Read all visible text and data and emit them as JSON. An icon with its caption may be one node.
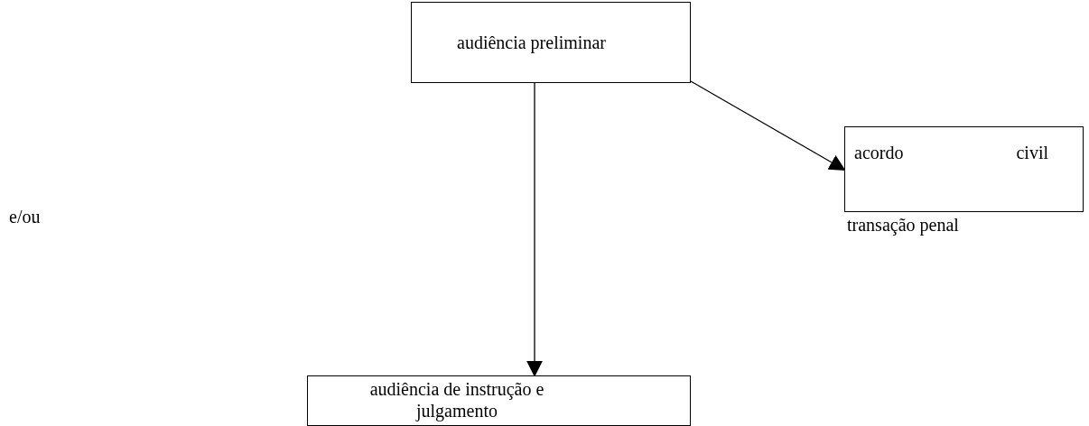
{
  "diagram": {
    "nodes": [
      {
        "text": [
          "audiência preliminar"
        ]
      },
      {
        "text": [
          "acordo civil",
          "transação penal"
        ]
      },
      {
        "text": [
          "audiência de instrução e julgamento"
        ]
      }
    ],
    "edges": [
      {
        "from": 0,
        "to": 2,
        "arrow": "to"
      },
      {
        "from": 0,
        "to": 1,
        "arrow": "to"
      }
    ],
    "labels": [
      "e/ou"
    ]
  }
}
